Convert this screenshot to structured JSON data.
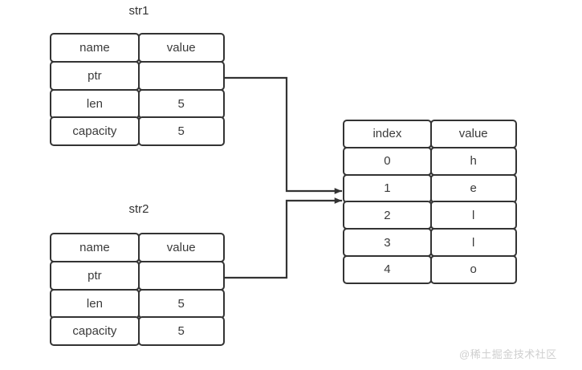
{
  "diagram": {
    "title_str1": "str1",
    "title_str2": "str2",
    "structs": [
      {
        "name": "str1",
        "label": "str1",
        "header": {
          "key": "name",
          "value": "value"
        },
        "rows": [
          {
            "key": "ptr",
            "value": ""
          },
          {
            "key": "len",
            "value": "5"
          },
          {
            "key": "capacity",
            "value": "5"
          }
        ]
      },
      {
        "name": "str2",
        "label": "str2",
        "header": {
          "key": "name",
          "value": "value"
        },
        "rows": [
          {
            "key": "ptr",
            "value": ""
          },
          {
            "key": "len",
            "value": "5"
          },
          {
            "key": "capacity",
            "value": "5"
          }
        ]
      }
    ],
    "heap": {
      "header": {
        "index": "index",
        "value": "value"
      },
      "rows": [
        {
          "index": "0",
          "value": "h"
        },
        {
          "index": "1",
          "value": "e"
        },
        {
          "index": "2",
          "value": "l"
        },
        {
          "index": "3",
          "value": "l"
        },
        {
          "index": "4",
          "value": "o"
        }
      ]
    },
    "pointers": [
      {
        "from": "str1.ptr",
        "to": "heap"
      },
      {
        "from": "str2.ptr",
        "to": "heap"
      }
    ],
    "colors": {
      "stroke": "#333333",
      "text": "#3a3a3a",
      "background": "#ffffff",
      "watermark": "#cfcfcf"
    }
  },
  "watermark": {
    "text": "@稀土掘金技术社区"
  }
}
